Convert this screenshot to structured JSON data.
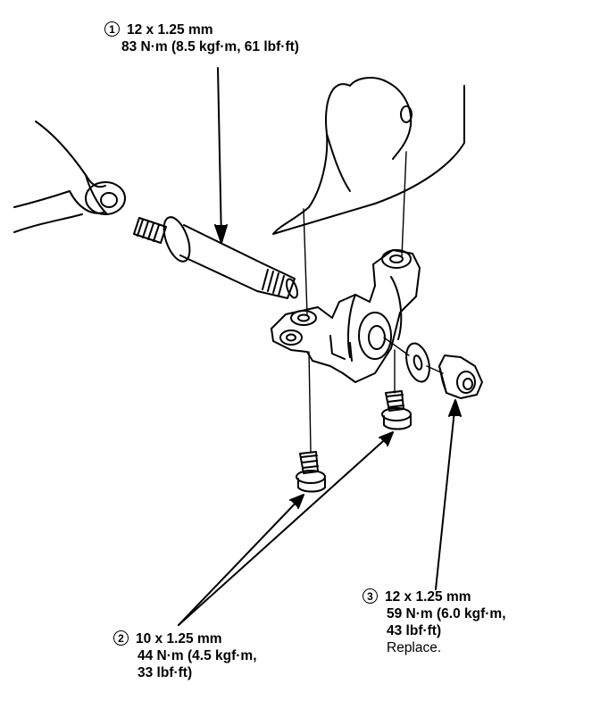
{
  "callouts": {
    "bolt_1": {
      "number": "1",
      "spec": "12 x 1.25 mm",
      "torque": "83 N·m (8.5 kgf·m, 61 lbf·ft)"
    },
    "bolt_2": {
      "number": "2",
      "spec": "10 x 1.25 mm",
      "torque_line1": "44 N·m (4.5 kgf·m,",
      "torque_line2": "33 lbf·ft)"
    },
    "nut_3": {
      "number": "3",
      "spec": "12 x 1.25 mm",
      "torque_line1": "59 N·m (6.0 kgf·m,",
      "torque_line2": "43 lbf·ft)",
      "note": "Replace."
    }
  },
  "colors": {
    "ink": "#000000",
    "paper": "#ffffff"
  }
}
